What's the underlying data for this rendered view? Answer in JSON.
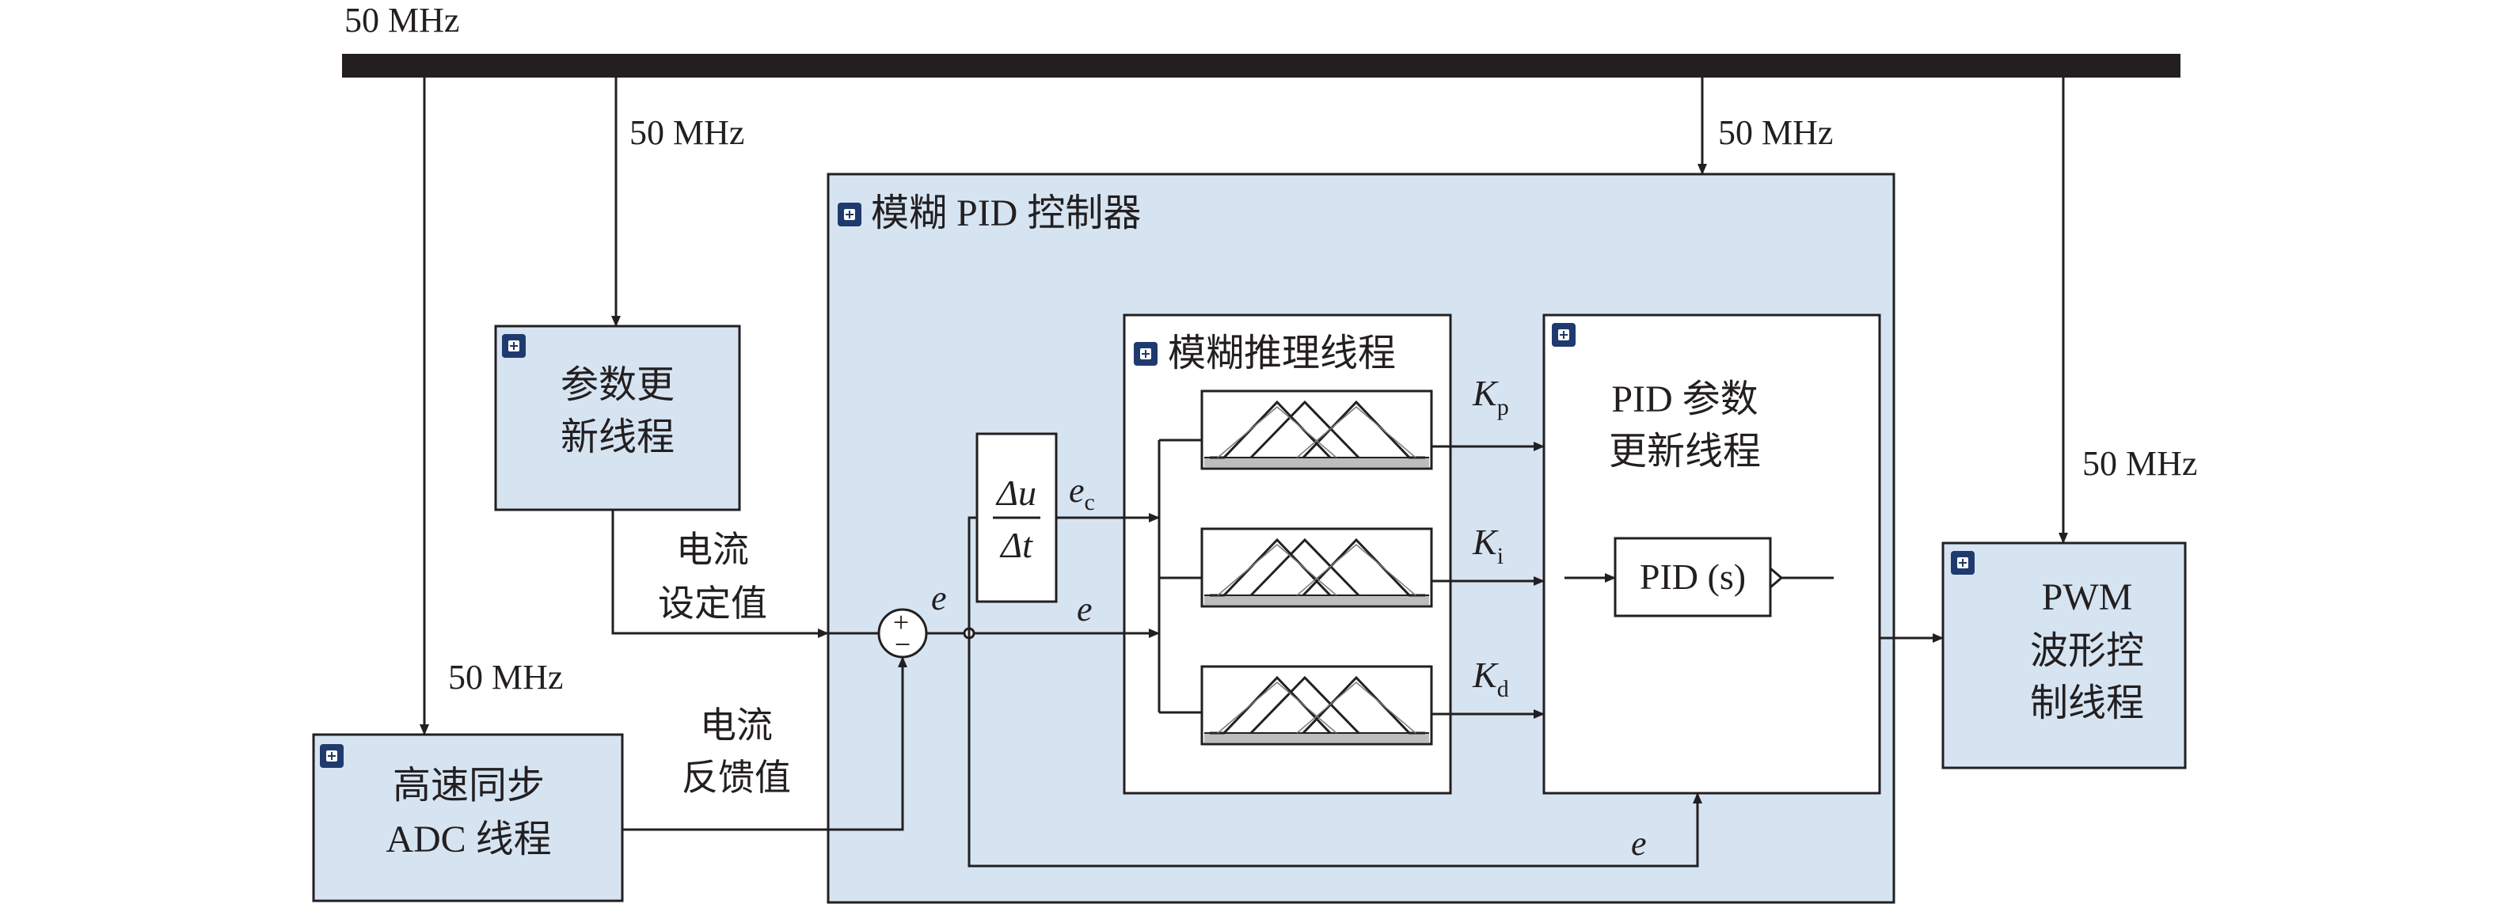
{
  "colors": {
    "block_fill": "#d6e4f2",
    "stroke": "#231f20",
    "bus": "#231f20",
    "icon": "#1f3a6e",
    "white": "#ffffff"
  },
  "clock": {
    "top": "50 MHz",
    "param_update": "50 MHz",
    "fuzzy_pid": "50 MHz",
    "pwm": "50 MHz",
    "adc": "50 MHz"
  },
  "blocks": {
    "fuzzy_pid": "模糊 PID 控制器",
    "param_update": [
      "参数更",
      "新线程"
    ],
    "adc": [
      "高速同步",
      "ADC 线程"
    ],
    "fuzzy_infer": "模糊推理线程",
    "pid_param": [
      "PID 参数",
      "更新线程"
    ],
    "pid_s": "PID (s)",
    "pwm": [
      "PWM",
      "波形控",
      "制线程"
    ]
  },
  "signals": {
    "current_setpoint": [
      "电流",
      "设定值"
    ],
    "current_feedback": [
      "电流",
      "反馈值"
    ],
    "e": "e",
    "ec": "e",
    "ec_sub": "c",
    "kp": "K",
    "kp_sub": "p",
    "ki": "K",
    "ki_sub": "i",
    "kd": "K",
    "kd_sub": "d",
    "du": "Δu",
    "dt": "Δt",
    "sum_plus": "+",
    "sum_minus": "−"
  },
  "icons": {
    "vi_icon": "labview-vi-icon",
    "membership_function": "triangle-membership-icon",
    "summing_junction": "summing-junction-icon"
  }
}
